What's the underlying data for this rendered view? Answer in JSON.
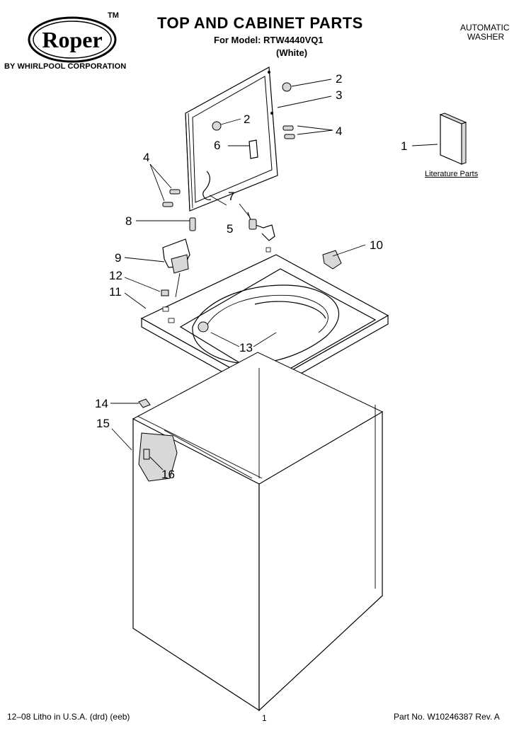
{
  "brand": {
    "logo_text": "Roper",
    "trademark": "TM",
    "subtitle": "BY WHIRLPOOL CORPORATION"
  },
  "header": {
    "title": "TOP AND CABINET PARTS",
    "model_line": "For Model: RTW4440VQ1",
    "color_line": "(White)",
    "product_line1": "AUTOMATIC",
    "product_line2": "WASHER"
  },
  "literature": {
    "label": "Literature Parts"
  },
  "callouts": [
    "1",
    "2",
    "2",
    "3",
    "4",
    "4",
    "5",
    "6",
    "7",
    "8",
    "9",
    "10",
    "11",
    "12",
    "13",
    "14",
    "15",
    "16"
  ],
  "footer": {
    "left": "12–08 Litho in U.S.A. (drd) (eeb)",
    "page": "1",
    "right": "Part No. W10246387 Rev. A"
  }
}
